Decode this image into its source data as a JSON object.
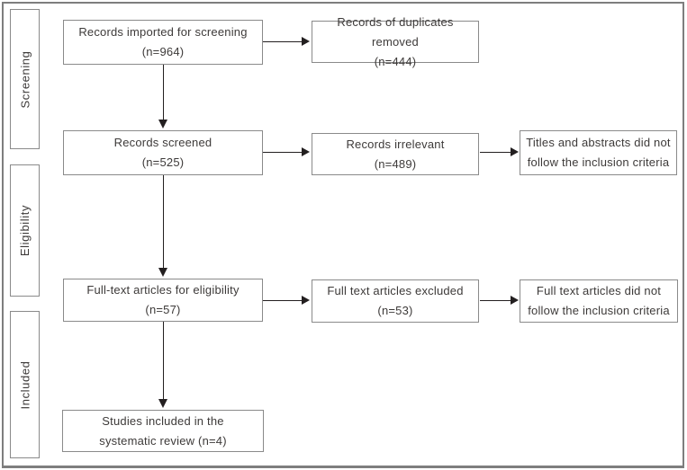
{
  "sidebar": {
    "screening_label": "Screening",
    "eligibility_label": "Eligibility",
    "included_label": "Included"
  },
  "boxes": {
    "imported": {
      "line1": "Records imported for screening",
      "line2": "(n=964)"
    },
    "duplicates": {
      "line1": "Records of duplicates removed",
      "line2": "(n=444)"
    },
    "screened": {
      "line1": "Records screened",
      "line2": "(n=525)"
    },
    "irrelevant": {
      "line1": "Records irrelevant",
      "line2": "(n=489)"
    },
    "titles_note": {
      "line1": "Titles and abstracts did not",
      "line2": "follow the inclusion criteria"
    },
    "fulltext": {
      "line1": "Full-text articles for eligibility",
      "line2": "(n=57)"
    },
    "excluded": {
      "line1": "Full text articles excluded",
      "line2": "(n=53)"
    },
    "fulltext_note": {
      "line1": "Full text articles did not",
      "line2": "follow the inclusion criteria"
    },
    "included_studies": {
      "line1": "Studies included in the",
      "line2": "systematic review (n=4)"
    }
  },
  "colors": {
    "text": "#3d3a39",
    "box_border": "#8a8a8a",
    "arrow": "#231f20",
    "frame_border": "#7e7e7e"
  }
}
